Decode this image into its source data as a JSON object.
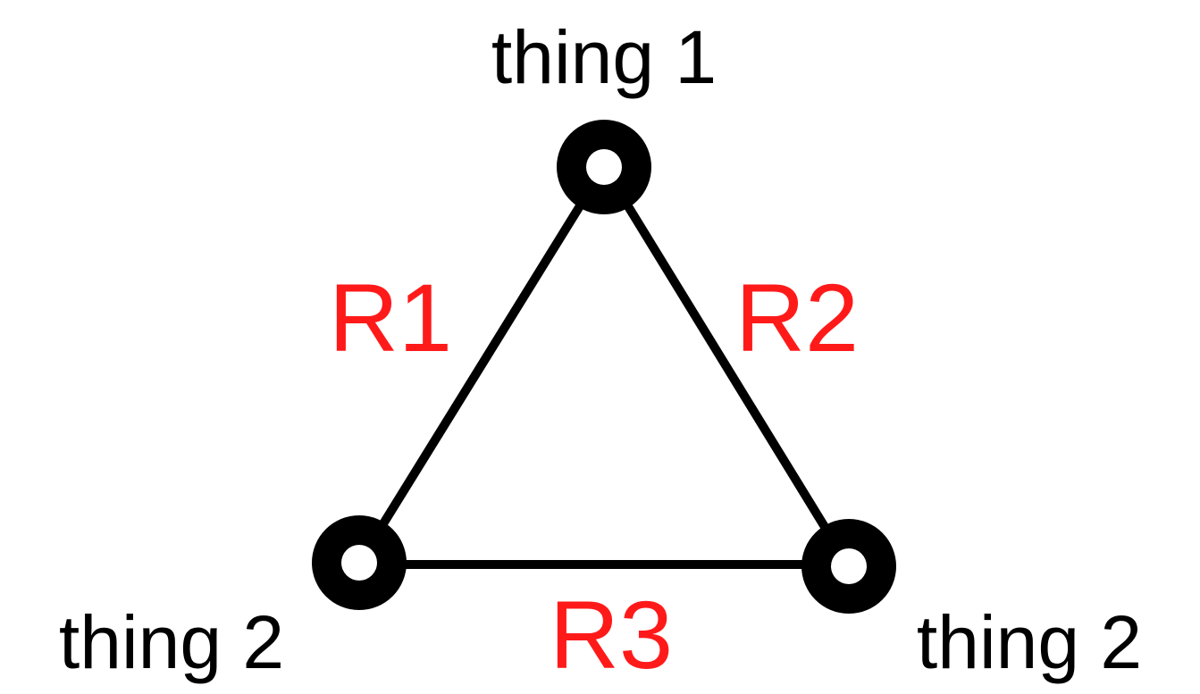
{
  "diagram": {
    "nodes": [
      {
        "id": "n1",
        "label": "thing 1"
      },
      {
        "id": "n2",
        "label": "thing 2"
      },
      {
        "id": "n3",
        "label": "thing 2"
      }
    ],
    "edges": [
      {
        "from": "n1",
        "to": "n2",
        "label": "R1"
      },
      {
        "from": "n1",
        "to": "n3",
        "label": "R2"
      },
      {
        "from": "n2",
        "to": "n3",
        "label": "R3"
      }
    ],
    "colors": {
      "edge_label": "#ff1a1a",
      "node": "#000000",
      "line": "#000000"
    }
  }
}
